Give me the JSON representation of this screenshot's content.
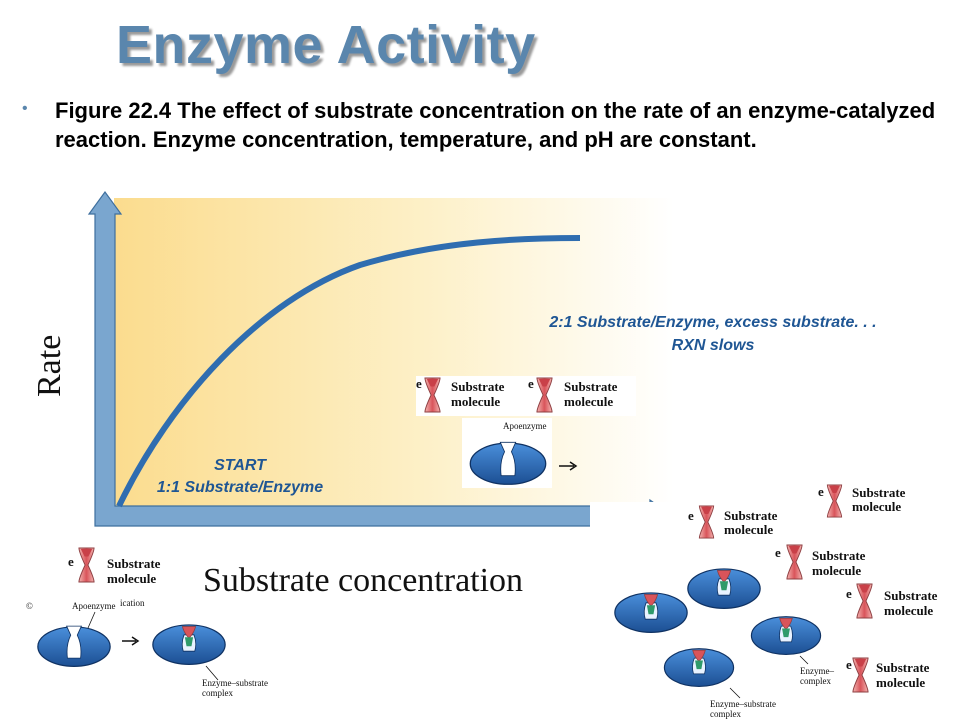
{
  "title": "Enzyme Activity",
  "caption": "Figure 22.4 The effect of substrate concentration on the rate of an enzyme-catalyzed reaction. Enzyme concentration, temperature, and pH are constant.",
  "axis": {
    "ylabel": "Rate",
    "xlabel": "Substrate concentration"
  },
  "annotations": {
    "start_line1": "START",
    "start_line2": "1:1 Substrate/Enzyme",
    "excess_line1": "2:1 Substrate/Enzyme, excess substrate. . .",
    "excess_line2": "RXN slows"
  },
  "labels": {
    "substrate_line1": "Substrate",
    "substrate_line2": "molecule",
    "apoenzyme": "Apoenzyme",
    "complex_line1": "Enzyme–substrate",
    "complex_line2": "complex",
    "complex_short_line1": "Enzyme–",
    "complex_short_line2": "complex",
    "partial_e": "e",
    "partial_ication": "ication",
    "glyph_c": "©"
  },
  "colors": {
    "title": "#5a86ad",
    "arrow": "#7aa6cf",
    "curve": "#2f6db0",
    "annotation": "#1f5694",
    "enzyme": "#2266b8",
    "substrate": "#d9545a"
  }
}
